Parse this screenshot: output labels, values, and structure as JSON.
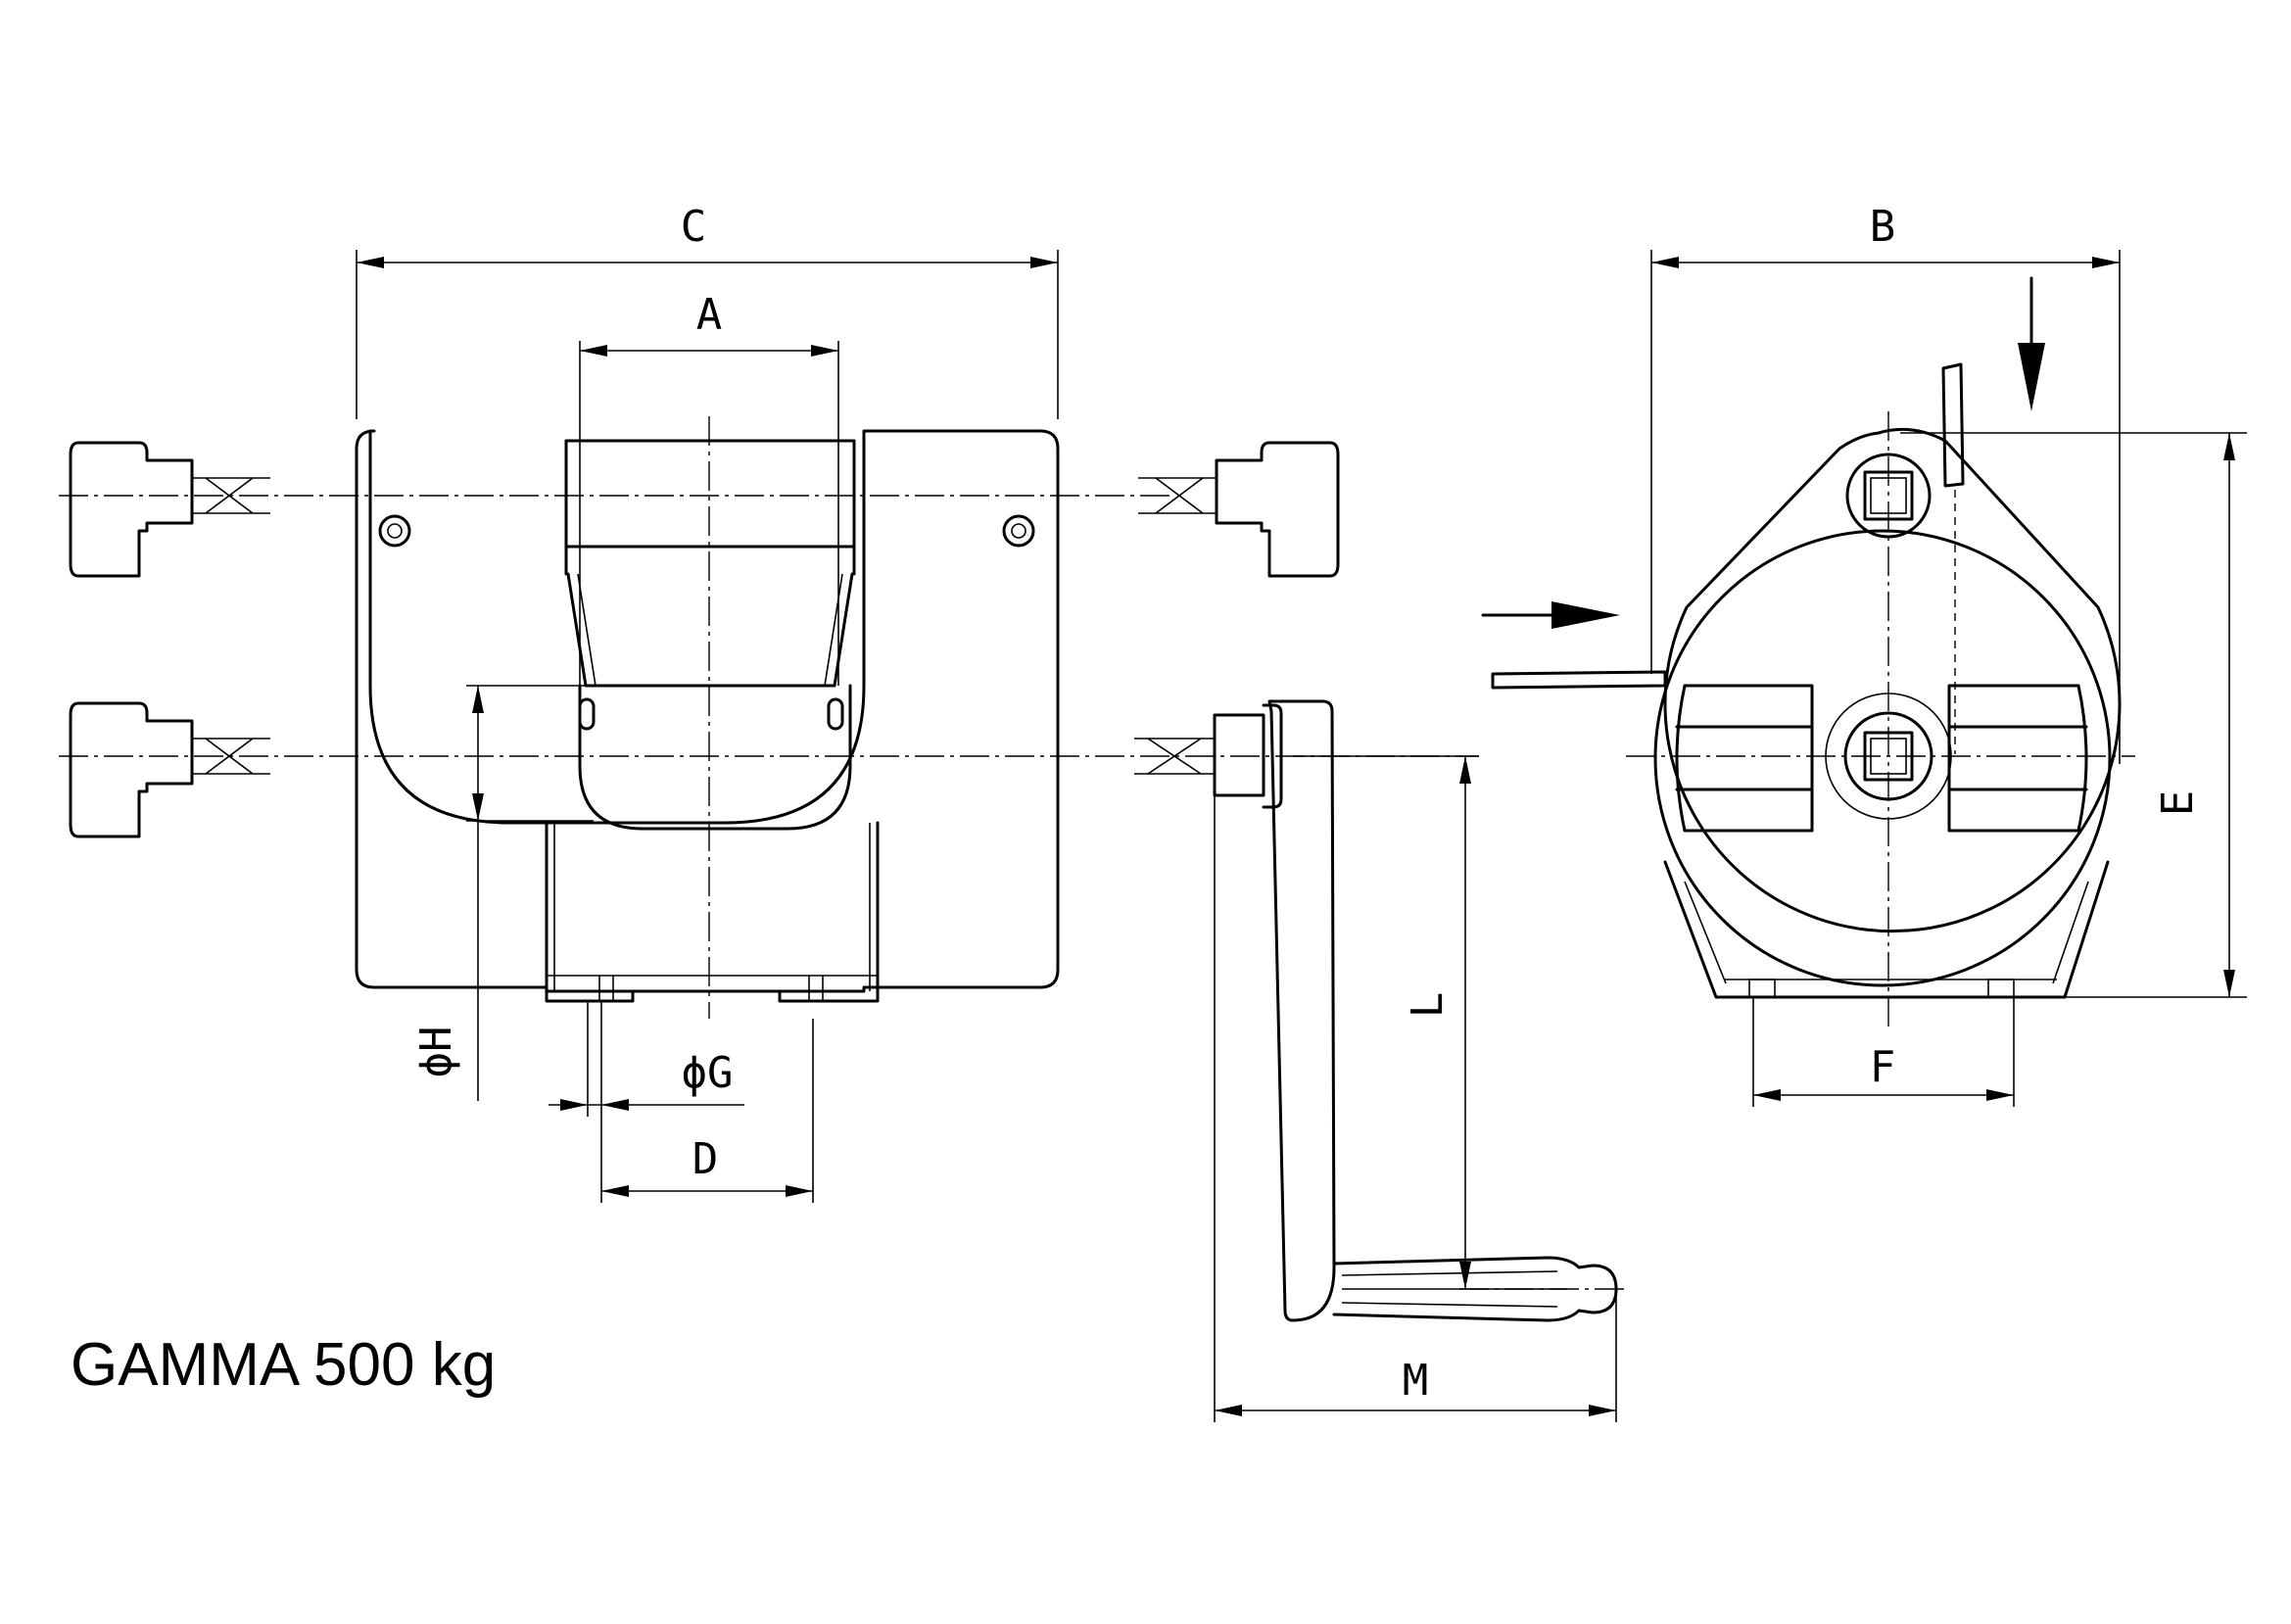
{
  "title": "GAMMA 500 kg",
  "dimensions": {
    "A": "A",
    "B": "B",
    "C": "C",
    "D": "D",
    "E": "E",
    "F": "F",
    "G": "ϕG",
    "H": "ϕH",
    "L": "L",
    "M": "M"
  }
}
